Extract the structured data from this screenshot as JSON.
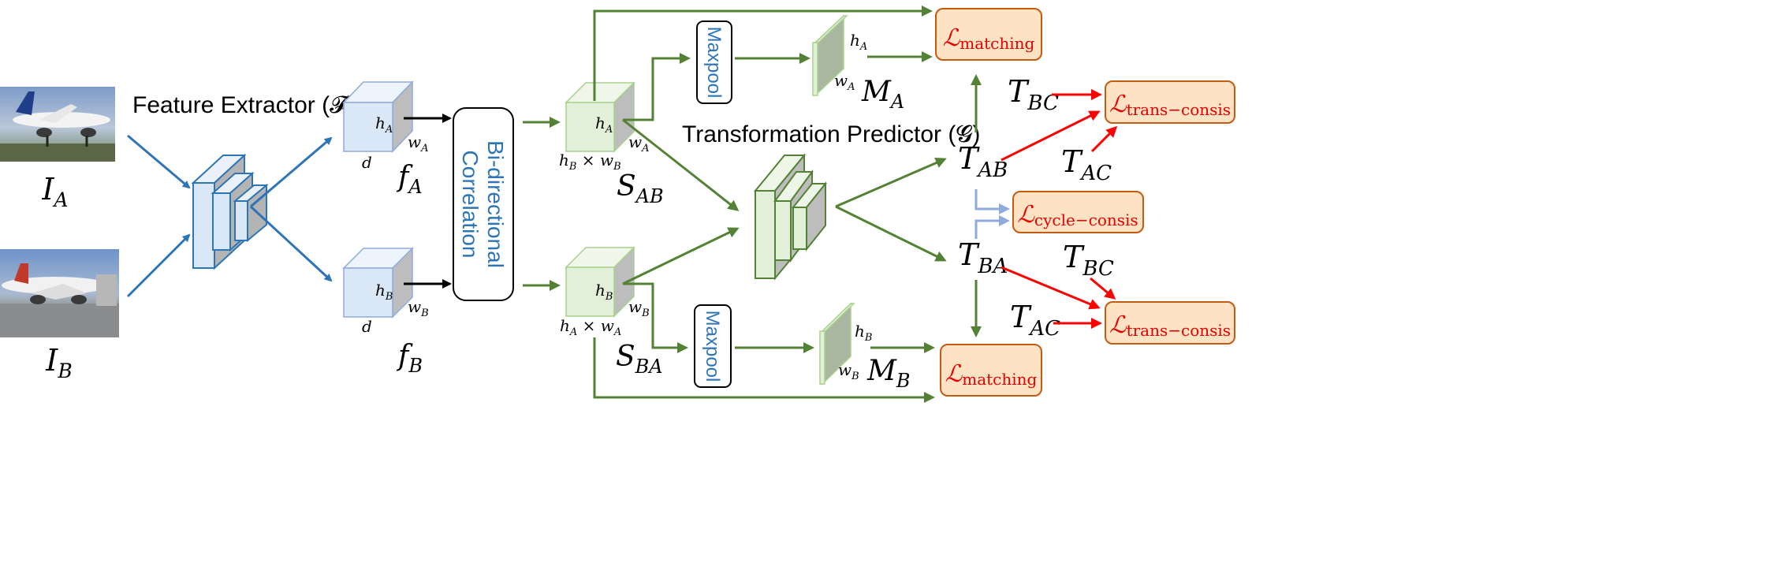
{
  "colors": {
    "blue": "#2e75b6",
    "green": "#548235",
    "red": "#ff0000",
    "light_blue_arrow": "#8faadc",
    "loss_fill": "#fde3c4",
    "loss_border": "#c55a11",
    "cube_blue": "#dae7f6",
    "cube_green": "#e2f0d9"
  },
  "inputs": {
    "image_a_label": "I_A",
    "image_b_label": "I_B"
  },
  "feature_extractor": {
    "label": "Feature Extractor (𝓕)"
  },
  "features": {
    "fa": {
      "name": "f_A",
      "h": "h_A",
      "w": "w_A",
      "d": "d"
    },
    "fb": {
      "name": "f_B",
      "h": "h_B",
      "w": "w_B",
      "d": "d"
    }
  },
  "correlation": {
    "line1": "Bi-directional",
    "line2": "Correlation"
  },
  "scores": {
    "sab": {
      "name": "S_AB",
      "h": "h_A",
      "w": "w_A",
      "dims": "h_B × w_B"
    },
    "sba": {
      "name": "S_BA",
      "h": "h_B",
      "w": "w_B",
      "dims": "h_A × w_A"
    }
  },
  "maxpool": {
    "top_label": "Maxpool",
    "bottom_label": "Maxpool"
  },
  "maps": {
    "ma": {
      "name": "M_A",
      "h": "h_A",
      "w": "w_A"
    },
    "mb": {
      "name": "M_B",
      "h": "h_B",
      "w": "w_B"
    }
  },
  "predictor": {
    "label": "Transformation Predictor (𝓖)"
  },
  "transforms": {
    "tab": "T_AB",
    "tba": "T_BA",
    "tbc_top": "T_BC",
    "tac_top": "T_AC",
    "tbc_bottom": "T_BC",
    "tac_bottom": "T_AC"
  },
  "losses": {
    "matching_top": "matching",
    "matching_bottom": "matching",
    "trans_top": "trans−consis",
    "trans_bottom": "trans−consis",
    "cycle": "cycle−consis"
  }
}
